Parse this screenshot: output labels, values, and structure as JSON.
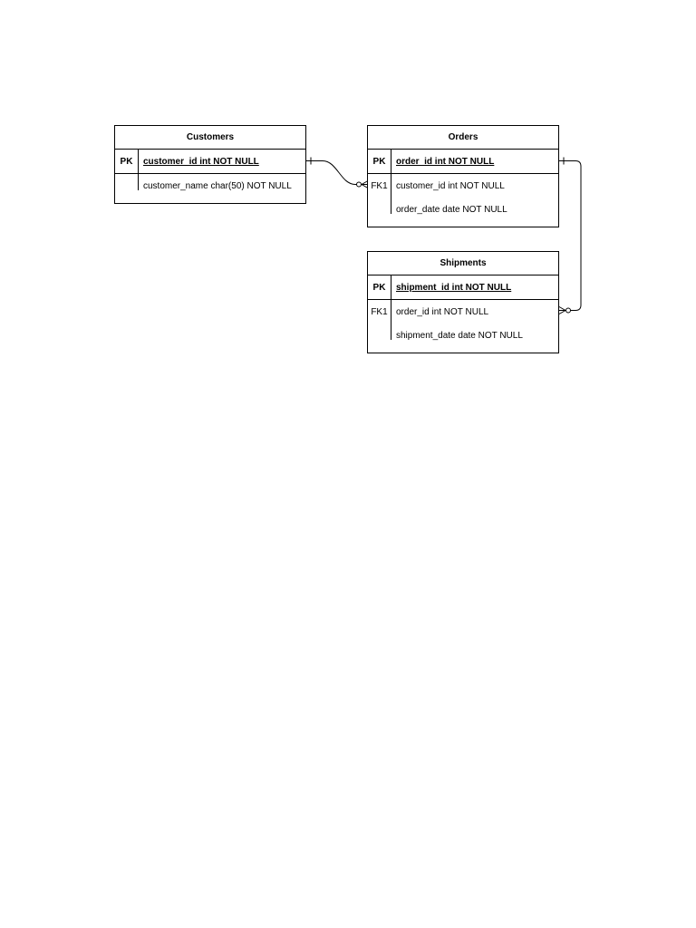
{
  "entities": {
    "customers": {
      "title": "Customers",
      "rows": [
        {
          "key": "PK",
          "field": "customer_id int NOT NULL"
        },
        {
          "key": "",
          "field": "customer_name char(50) NOT NULL"
        }
      ]
    },
    "orders": {
      "title": "Orders",
      "rows": [
        {
          "key": "PK",
          "field": "order_id int NOT NULL"
        },
        {
          "key": "FK1",
          "field": "customer_id int NOT NULL"
        },
        {
          "key": "",
          "field": "order_date date NOT NULL"
        }
      ]
    },
    "shipments": {
      "title": "Shipments",
      "rows": [
        {
          "key": "PK",
          "field": "shipment_id int NOT NULL"
        },
        {
          "key": "FK1",
          "field": "order_id int NOT NULL"
        },
        {
          "key": "",
          "field": "shipment_date date NOT NULL"
        }
      ]
    }
  },
  "relationships": [
    {
      "from": "Customers",
      "to": "Orders",
      "from_cardinality": "exactly-one",
      "to_cardinality": "zero-or-many"
    },
    {
      "from": "Orders",
      "to": "Shipments",
      "from_cardinality": "exactly-one",
      "to_cardinality": "zero-or-many"
    }
  ],
  "colors": {
    "line": "#000000",
    "background": "#ffffff"
  }
}
